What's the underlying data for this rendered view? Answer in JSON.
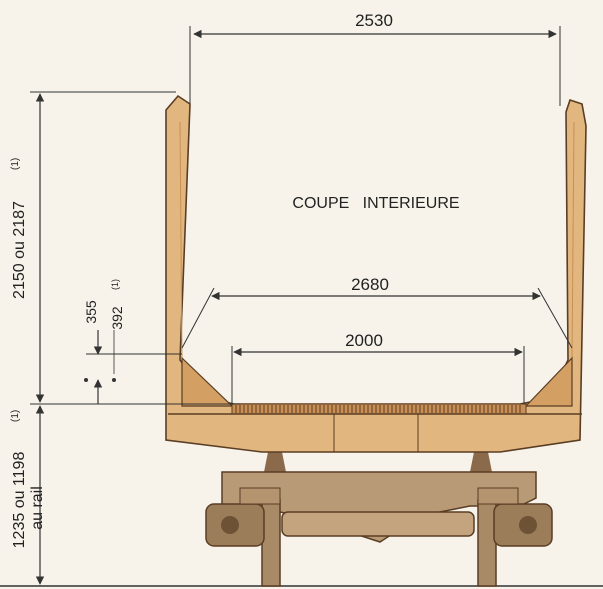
{
  "labels": {
    "top_width": "2530",
    "mid_width": "2680",
    "floor_width": "2000",
    "section_title": "COUPE   INTERIEURE",
    "height_main": "2150 ou 2187",
    "height_main_note": "(1)",
    "step_a": "355",
    "step_b": "392",
    "step_b_note": "(1)",
    "rail_height": "1235 ou 1198",
    "rail_height_note": "(1)",
    "rail_text": "au rail"
  },
  "colors": {
    "background": "#f7f3ea",
    "body": "#e2b77f",
    "body_dark": "#c98f54",
    "outline": "#5a3d23",
    "line": "#333333",
    "bogie": "#b89a76"
  }
}
